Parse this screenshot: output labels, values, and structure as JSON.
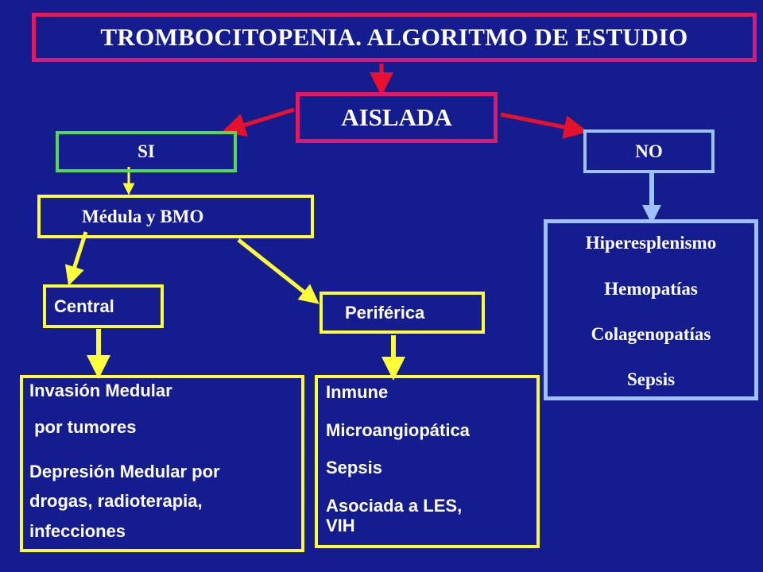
{
  "title": "TROMBOCITOPENIA. ALGORITMO DE ESTUDIO",
  "nodes": {
    "aislada": "AISLADA",
    "si": "SI",
    "no": "NO",
    "medula": "Médula y BMO",
    "central": "Central",
    "periferica": "Periférica"
  },
  "no_causes": [
    "Hiperesplenismo",
    "Hemopatías",
    "Colagenopatías",
    "Sepsis"
  ],
  "central_causes": {
    "line1": "Invasión Medular",
    "line2": " por tumores",
    "line3": "Depresión Medular por",
    "line4": "drogas, radioterapia,",
    "line5": "infecciones"
  },
  "peripheral_causes": {
    "line1": "Inmune",
    "line2": "Microangiopática",
    "line3": "Sepsis",
    "line4": "Asociada a LES,",
    "line5": "VIH"
  },
  "colors": {
    "background": "#151d8e",
    "pink": "#e0196a",
    "red_arrow": "#e8112b",
    "green": "#55d856",
    "light_blue": "#9ec1ff",
    "yellow": "#ffff3a"
  }
}
